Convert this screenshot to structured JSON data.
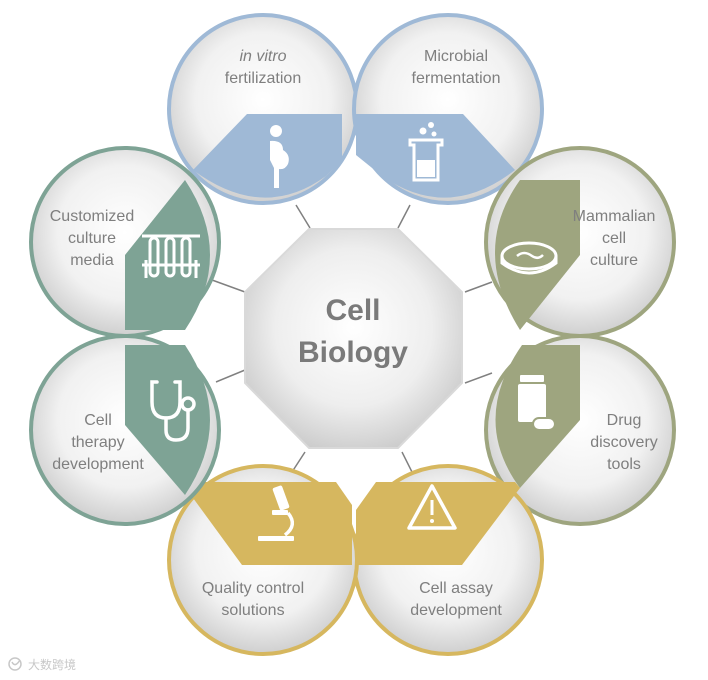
{
  "center": {
    "line1": "Cell",
    "line2": "Biology"
  },
  "nodes": [
    {
      "id": "in-vitro",
      "lines": [
        "in vitro",
        "fertilization"
      ],
      "color": "#9fb9d6",
      "icon": "pregnant-woman-icon"
    },
    {
      "id": "microbial",
      "lines": [
        "Microbial",
        "fermentation"
      ],
      "color": "#9fb9d6",
      "icon": "beaker-icon"
    },
    {
      "id": "mammalian",
      "lines": [
        "Mammalian",
        "cell",
        "culture"
      ],
      "color": "#9ea57f",
      "icon": "petri-dish-icon"
    },
    {
      "id": "drug",
      "lines": [
        "Drug",
        "discovery",
        "tools"
      ],
      "color": "#9ea57f",
      "icon": "pill-bottle-icon"
    },
    {
      "id": "assay",
      "lines": [
        "Cell assay",
        "development"
      ],
      "color": "#d6b75f",
      "icon": "warning-triangle-icon"
    },
    {
      "id": "quality",
      "lines": [
        "Quality control",
        "solutions"
      ],
      "color": "#d6b75f",
      "icon": "microscope-icon"
    },
    {
      "id": "therapy",
      "lines": [
        "Cell",
        "therapy",
        "development"
      ],
      "color": "#7ea395",
      "icon": "stethoscope-icon"
    },
    {
      "id": "media",
      "lines": [
        "Customized",
        "culture",
        "media"
      ],
      "color": "#7ea395",
      "icon": "test-tube-rack-icon"
    }
  ],
  "watermark": {
    "text": "大数跨境"
  }
}
